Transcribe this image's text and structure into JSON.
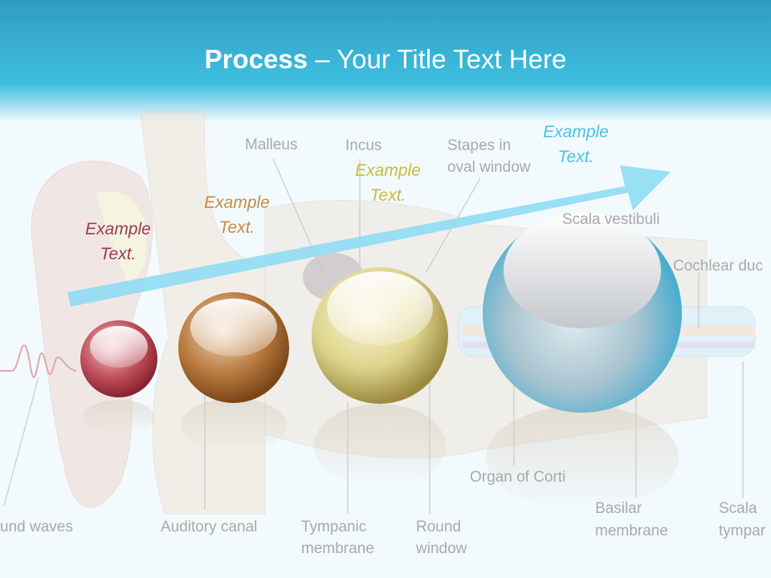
{
  "title": {
    "bold": "Process",
    "rest": "– Your Title Text Here"
  },
  "labels": {
    "malleus": "Malleus",
    "incus": "Incus",
    "stapes_1": "Stapes in",
    "stapes_2": "oval window",
    "scala_vestibuli_partial": "Scala vestibuli",
    "cochlear_duct_partial": "Cochlear duc",
    "sound_waves_partial": "und waves",
    "auditory_canal": "Auditory canal",
    "tympanic_1": "Tympanic",
    "tympanic_2": "membrane",
    "round_1": "Round",
    "round_2": "window",
    "organ_of_corti": "Organ of Corti",
    "basilar_1": "Basilar",
    "basilar_2": "membrane",
    "scala_1": "Scala",
    "scala_2": "tympar"
  },
  "examples": [
    {
      "line1": "Example",
      "line2": "Text.",
      "color": "#9b3a52"
    },
    {
      "line1": "Example",
      "line2": "Text.",
      "color": "#c98b45"
    },
    {
      "line1": "Example",
      "line2": "Text.",
      "color": "#c7bc3c"
    },
    {
      "line1": "Example",
      "line2": "Text.",
      "color": "#47c3e6"
    }
  ],
  "colors": {
    "sphere1": "#b8414f",
    "sphere2": "#a86a30",
    "sphere3": "#d4cc7a",
    "sphere4": "#4ab2d4",
    "arrow": "#8fdcf4"
  }
}
